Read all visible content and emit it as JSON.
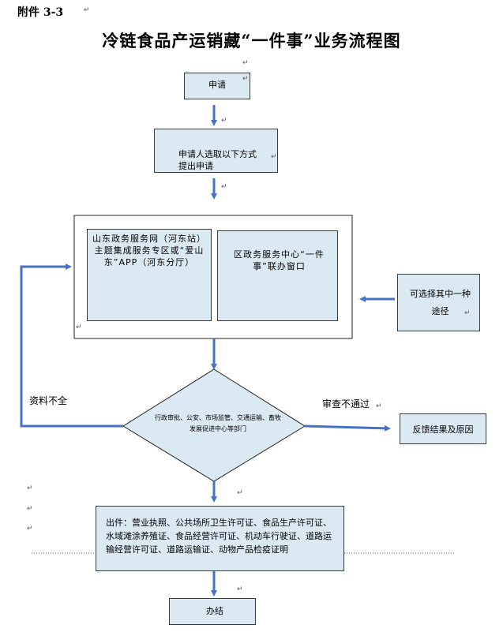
{
  "doc": {
    "attachment": "附件 3-3",
    "title": "冷链食品产运销藏“一件事”业务流程图"
  },
  "flow": {
    "apply": "申请",
    "choose_method": "申请人选取以下方式\n提出申请",
    "online_channel": "山东政务服务网（河东站）主题集成服务专区或“爱山东”APP（河东分厅）",
    "offline_channel": "区政务服务中心“一件事”联办窗口",
    "either_route": "可选择其中一种途径",
    "review": "行政审批、公安、市场监管、交通运输、畜牧发展促进中心等部门",
    "incomplete": "资料不全",
    "rejected": "审查不通过",
    "feedback": "反馈结果及原因",
    "issue": "出件：营业执照、公共场所卫生许可证、食品生产许可证、水域滩涂养殖证、食品经营许可证、机动车行驶证、道路运输经营许可证、道路运输证、动物产品检疫证明",
    "done": "办结"
  },
  "colors": {
    "box_fill": "#dbe9f3",
    "arrow": "#4472c4",
    "border": "#3a3a3a"
  }
}
